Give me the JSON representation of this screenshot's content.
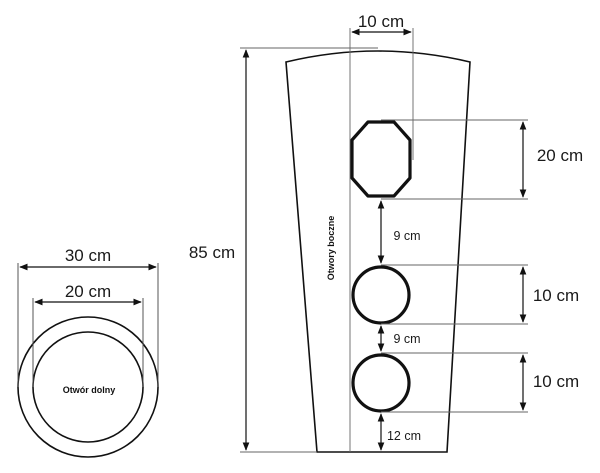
{
  "bottom_view": {
    "outer_dim": "30 cm",
    "inner_dim": "20 cm",
    "label": "Otwór dolny"
  },
  "side_view": {
    "top_dim": "10 cm",
    "height_dim": "85 cm",
    "label": "Otwory boczne",
    "hole1_dim": "20 cm",
    "gap1_dim": "9 cm",
    "hole2_dim": "10 cm",
    "gap2_dim": "9 cm",
    "hole3_dim": "10 cm",
    "bottom_gap_dim": "12 cm"
  }
}
